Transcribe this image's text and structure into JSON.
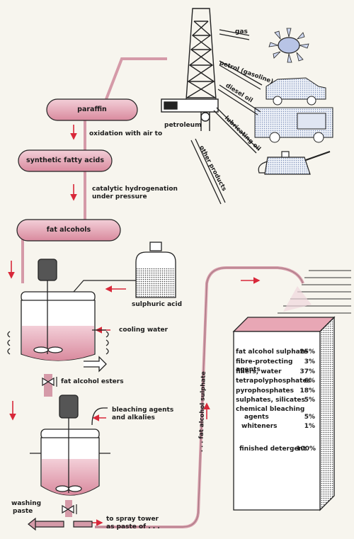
{
  "process": {
    "paraffin": "paraffin",
    "oxidation": "oxidation with air to",
    "synthetic_fatty_acids": "synthetic fatty acids",
    "hydrogenation_line1": "catalytic hydrogenation",
    "hydrogenation_line2": "under pressure",
    "fat_alcohols": "fat alcohols",
    "sulphuric_acid": "sulphuric acid",
    "cooling_water": "cooling water",
    "fat_alcohol_esters": "fat alcohol esters",
    "bleaching_line1": "bleaching agents",
    "bleaching_line2": "and alkalies",
    "washing_line1": "washing",
    "washing_line2": "paste",
    "spray_line1": "to spray tower",
    "spray_line2": "as paste of . . .",
    "pipe_label": ". . . fat alcohol sulphate"
  },
  "petroleum": {
    "label": "petroleum",
    "products": {
      "gas": "gas",
      "petrol": "petrol (gasoline)",
      "diesel": "diesel oil",
      "lubricating": "lubricating oil",
      "other": "other products"
    }
  },
  "detergent_composition": [
    {
      "name": "fat alcohol sulphate",
      "percent": "25%"
    },
    {
      "name": "fibre-protecting agents",
      "percent": "3%"
    },
    {
      "name": "fillers, water",
      "percent": "37%"
    },
    {
      "name": "tetrapolyphosphates",
      "percent": "6%"
    },
    {
      "name": "pyrophosphates",
      "percent": "18%"
    },
    {
      "name": "sulphates, silicates",
      "percent": "5%"
    },
    {
      "name": "chemical bleaching",
      "percent": ""
    },
    {
      "name": "agents",
      "percent": "5%"
    },
    {
      "name": "whiteners",
      "percent": "1%"
    }
  ],
  "finished": {
    "name": "finished detergent",
    "percent": "100%"
  },
  "colors": {
    "pink": "#e8a7b5",
    "pink_dark": "#c97b8f",
    "arrow_red": "#d8283a",
    "ink": "#1c1c1c"
  }
}
